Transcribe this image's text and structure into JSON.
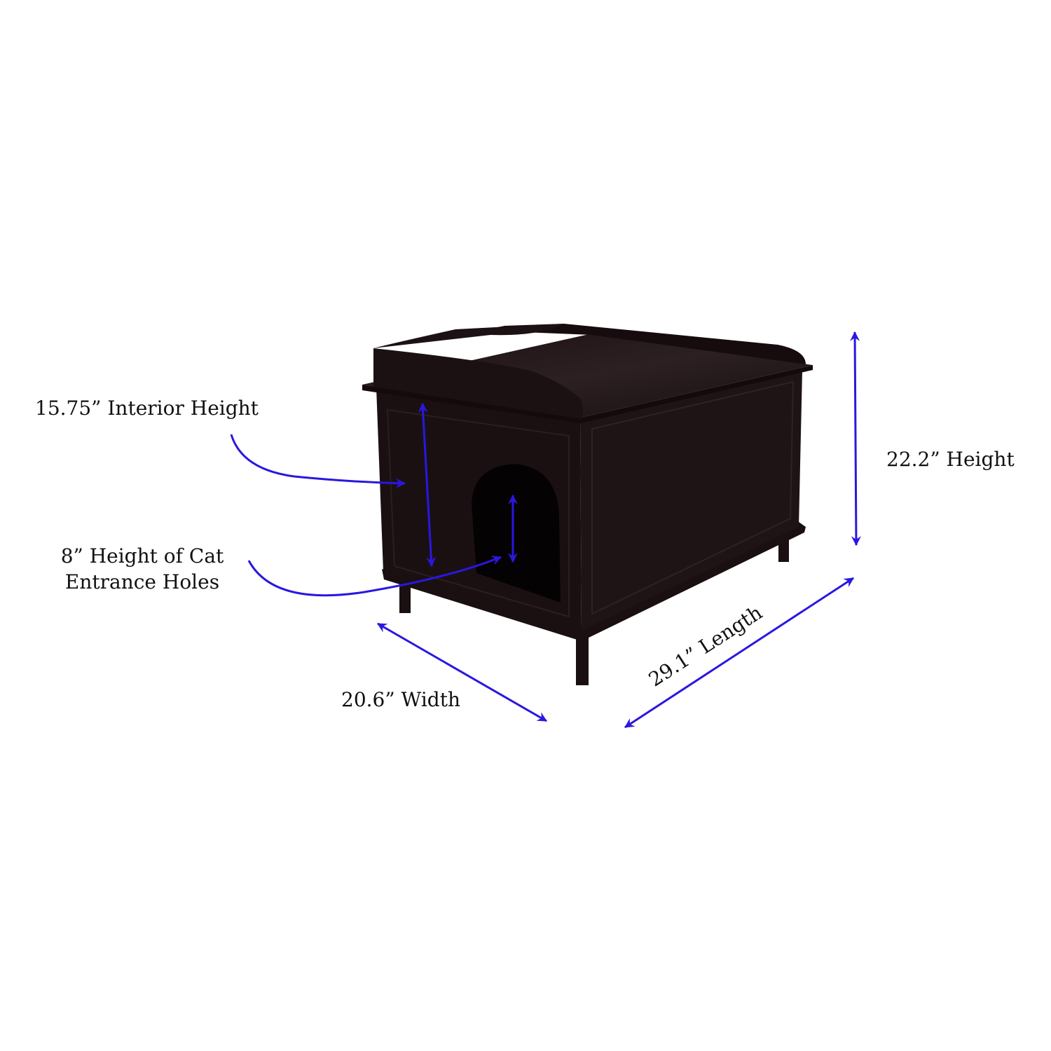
{
  "labels": {
    "interior_height": "15.75” Interior Height",
    "height": "22.2” Height",
    "entrance_line1": "8” Height of Cat",
    "entrance_line2": "Entrance Holes",
    "width": "20.6” Width",
    "length": "29.1” Length"
  },
  "colors": {
    "arrow": "#2a17e0",
    "wood": "#1c1113",
    "wood_light": "#2a1c1e",
    "hole": "#050203"
  }
}
